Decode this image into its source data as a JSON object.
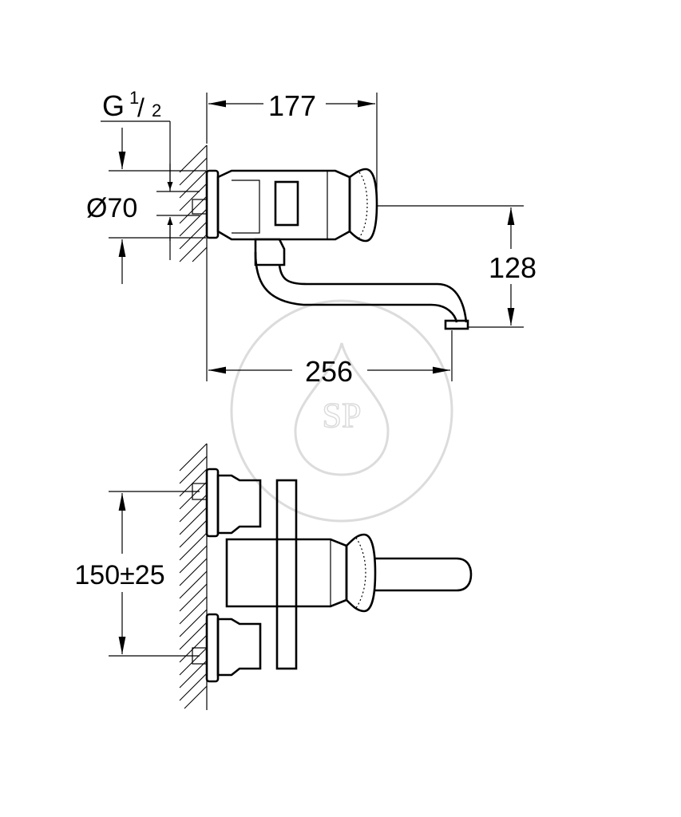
{
  "drawing": {
    "dimensions": {
      "thread": {
        "letter": "G",
        "num": "1",
        "den": "2"
      },
      "width_top": "177",
      "diameter": "Ø70",
      "height": "128",
      "width_bottom": "256",
      "spacing": "150±25"
    },
    "watermark_text": "SP"
  }
}
